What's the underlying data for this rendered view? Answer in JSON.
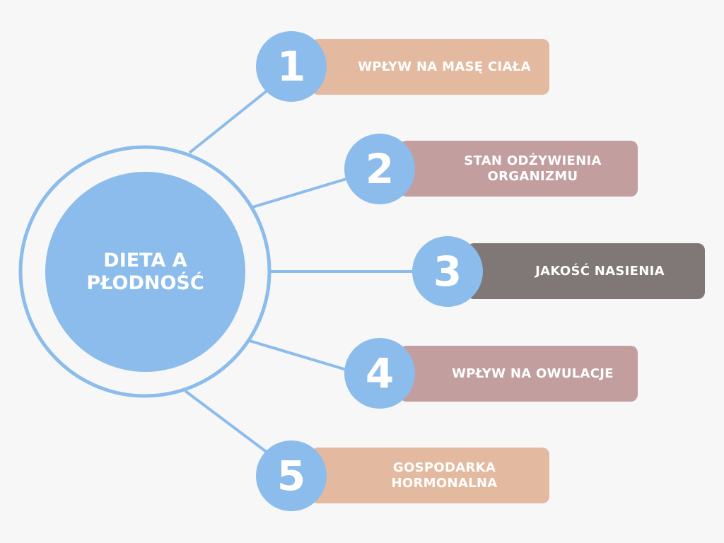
{
  "title": "DIETA A PŁODNOŚĆ",
  "colors": {
    "background": "#f7f7f7",
    "accent": "#8bbcec"
  },
  "items": [
    {
      "number": "1",
      "label": "WPŁYW NA MASĘ CIAŁA",
      "color": "#e3b9a0"
    },
    {
      "number": "2",
      "label": "STAN ODŻYWIENIA ORGANIZMU",
      "color": "#c29e9e"
    },
    {
      "number": "3",
      "label": "JAKOŚĆ NASIENIA",
      "color": "#7f7876"
    },
    {
      "number": "4",
      "label": "WPŁYW NA OWULACJE",
      "color": "#c29e9e"
    },
    {
      "number": "5",
      "label": "GOSPODARKA HORMONALNA",
      "color": "#e3b9a0"
    }
  ]
}
